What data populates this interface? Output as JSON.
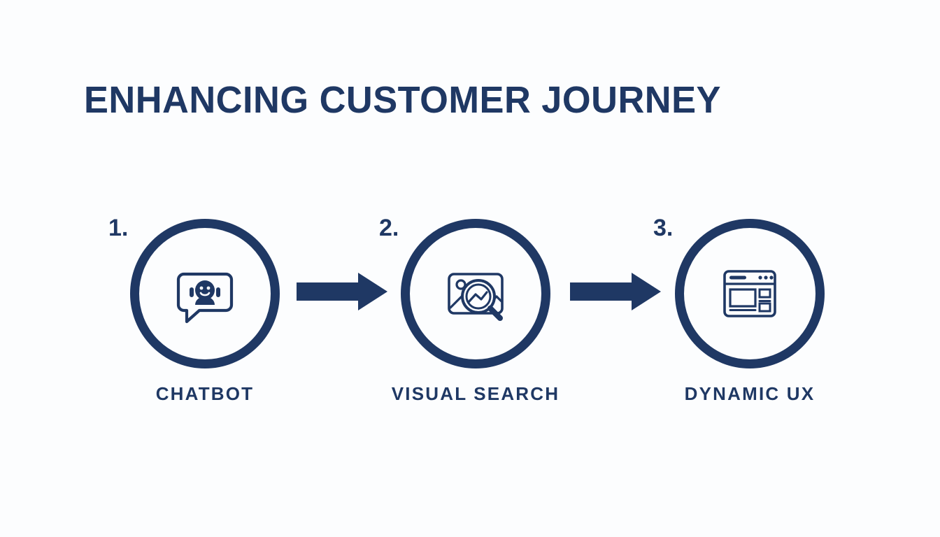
{
  "page": {
    "title": "ENHANCING CUSTOMER JOURNEY",
    "background_color": "#fcfdfe",
    "accent_color": "#1f3864"
  },
  "steps": [
    {
      "number": "1.",
      "label": "CHATBOT",
      "icon": "chatbot-speech-bubble-icon"
    },
    {
      "number": "2.",
      "label": "VISUAL SEARCH",
      "icon": "image-magnifier-icon"
    },
    {
      "number": "3.",
      "label": "DYNAMIC UX",
      "icon": "browser-layout-icon"
    }
  ],
  "connectors": [
    {
      "name": "arrow-right-1"
    },
    {
      "name": "arrow-right-2"
    }
  ]
}
